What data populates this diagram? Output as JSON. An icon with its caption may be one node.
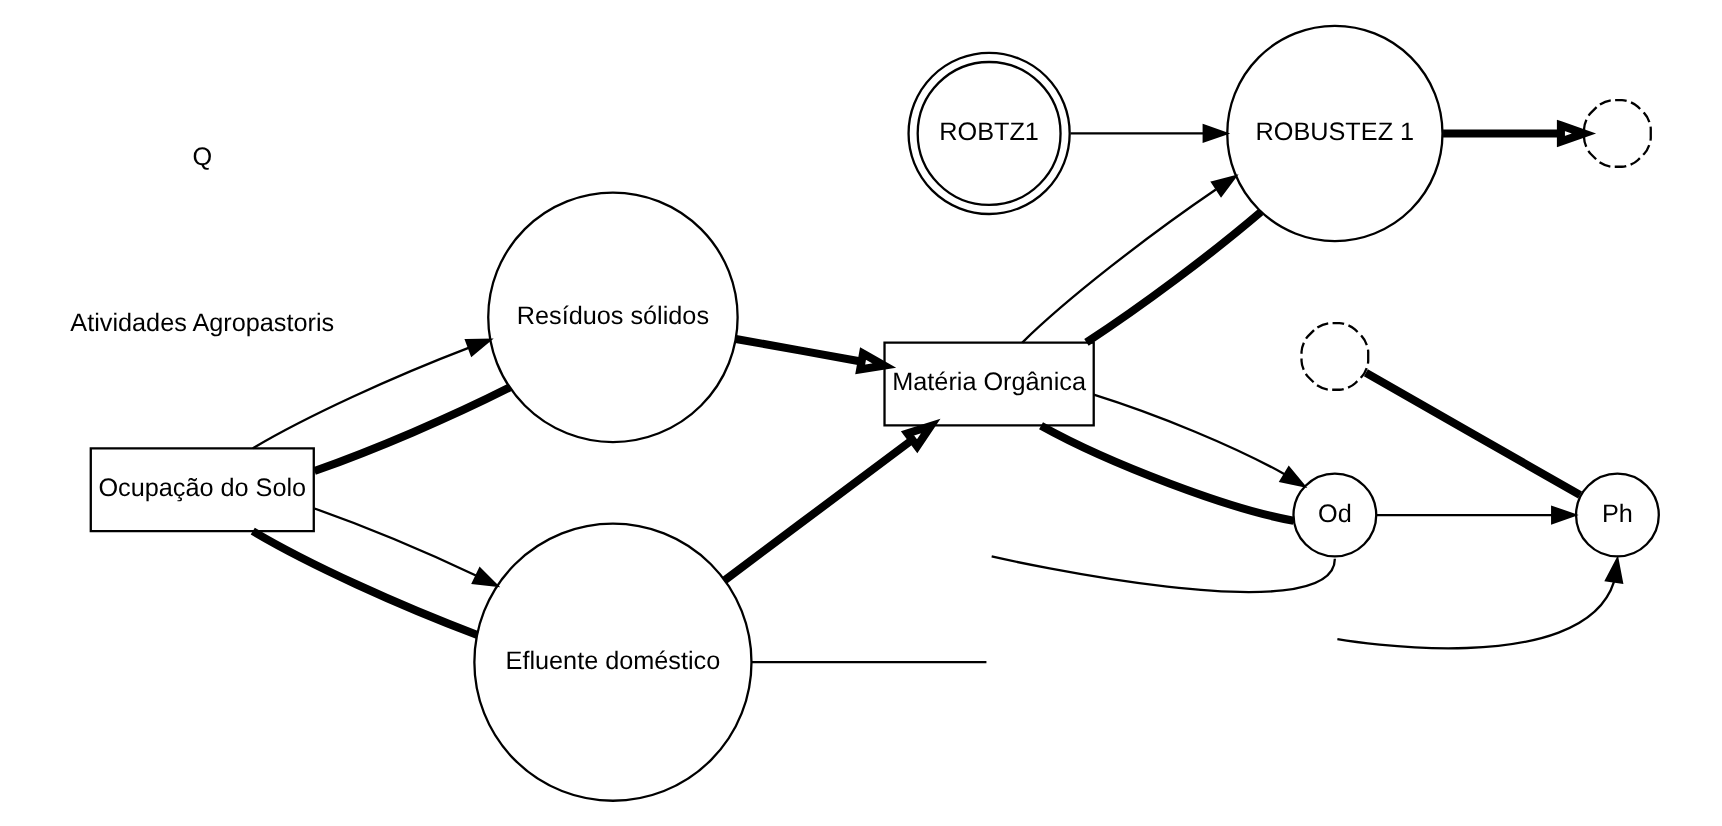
{
  "diagram": {
    "nodes": [
      {
        "text": [
          "ROBUSTEZ 1"
        ]
      },
      {
        "text": [
          "ROBTZ1"
        ]
      },
      {
        "text": [],
        "shape": "cloud"
      },
      {
        "text": [
          "Ocupação do Solo"
        ]
      },
      {
        "text": [
          "Efluente doméstico"
        ]
      },
      {
        "text": [
          "Resíduos sólidos"
        ]
      },
      {
        "text": [
          "Matéria Orgânica"
        ]
      },
      {
        "text": [
          "Od"
        ]
      },
      {
        "text": [
          "Ph"
        ]
      },
      {
        "text": [],
        "shape": "cloud"
      },
      {
        "text": [
          "Atividades Agropastoris"
        ]
      }
    ],
    "edges": [
      {
        "from": 1,
        "to": 0,
        "arrow": "to"
      },
      {
        "from": 6,
        "to": 0,
        "arrow": "none",
        "style": "thick"
      },
      {
        "from": 0,
        "to": 2,
        "arrow": "to",
        "style": "thick"
      },
      {
        "from": 6,
        "to": 0,
        "arrow": "to"
      },
      {
        "from": 3,
        "to": 4,
        "arrow": "none",
        "style": "thick"
      },
      {
        "from": 3,
        "to": 5,
        "arrow": "none",
        "style": "thick"
      },
      {
        "from": 3,
        "to": 4,
        "arrow": "to"
      },
      {
        "from": 3,
        "to": 5,
        "arrow": "to"
      },
      {
        "from": 4,
        "to": 6,
        "arrow": "to",
        "style": "thick"
      },
      {
        "from": 5,
        "to": 6,
        "arrow": "to",
        "style": "thick"
      },
      {
        "from": 6,
        "to": 7,
        "arrow": "none",
        "style": "thick"
      },
      {
        "from": 6,
        "to": 7,
        "arrow": "to"
      },
      {
        "from": 7,
        "to": 8,
        "arrow": "to"
      },
      {
        "from": 9,
        "to": 8,
        "arrow": "none",
        "style": "thick"
      },
      {
        "from": null,
        "to": 8,
        "arrow": "to"
      },
      {
        "from": null,
        "to": 7,
        "arrow": "none"
      },
      {
        "from": 4,
        "to": null,
        "arrow": "none"
      }
    ],
    "labels": [
      "Q"
    ]
  }
}
